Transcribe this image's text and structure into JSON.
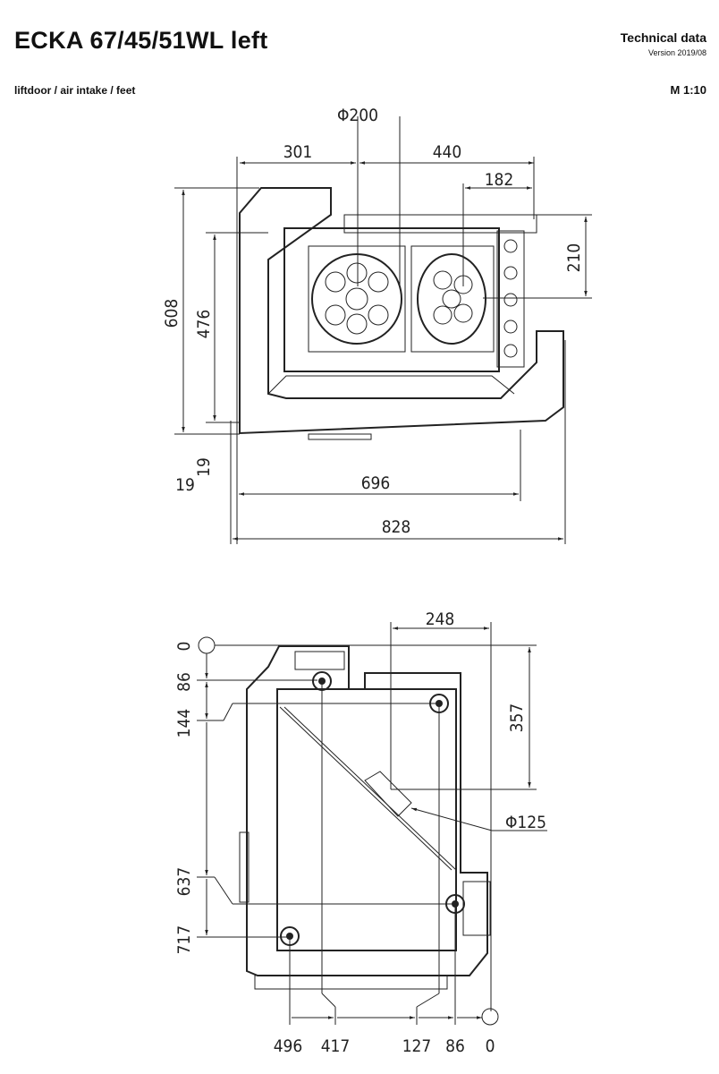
{
  "header": {
    "title": "ECKA 67/45/51WL left",
    "subtitle": "liftdoor / air intake / feet",
    "doc_type": "Technical data",
    "version": "Version 2019/08",
    "scale": "M 1:10"
  },
  "top_view": {
    "dims": {
      "flue_diameter": "Φ200",
      "d301": "301",
      "d440": "440",
      "d182": "182",
      "d210": "210",
      "d608": "608",
      "d476": "476",
      "d19a": "19",
      "d19b": "19",
      "d696": "696",
      "d828": "828"
    }
  },
  "bottom_view": {
    "dims": {
      "d248": "248",
      "y0": "0",
      "y86": "86",
      "y144": "144",
      "y637": "637",
      "y717": "717",
      "d357": "357",
      "air_diameter": "Φ125",
      "x496": "496",
      "x417": "417",
      "x127": "127",
      "x86": "86",
      "x0": "0"
    }
  }
}
